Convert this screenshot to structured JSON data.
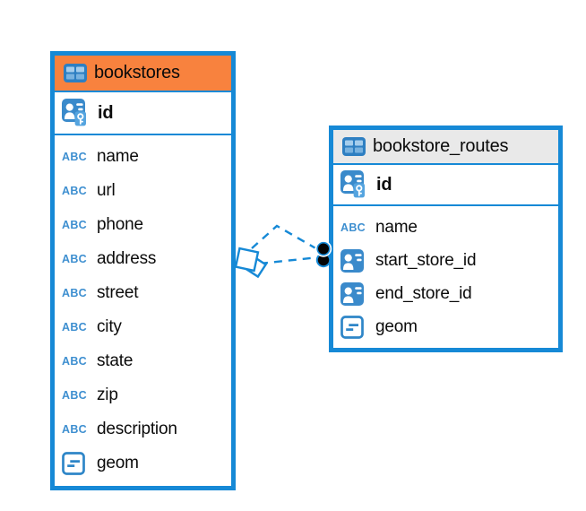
{
  "diagram": {
    "colors": {
      "accent_blue": "#1689D6",
      "bookstores_header_orange": "#F8823E",
      "routes_header_gray": "#E9E9E9",
      "icon_blue": "#3A8ACB",
      "text": "#0B0B0B"
    }
  },
  "tables": [
    {
      "name": "bookstores",
      "header_style": "orange",
      "icon": "table-icon",
      "primary_key": {
        "label": "id",
        "icon": "person-key-icon"
      },
      "columns": [
        {
          "label": "name",
          "icon": "abc-icon"
        },
        {
          "label": "url",
          "icon": "abc-icon"
        },
        {
          "label": "phone",
          "icon": "abc-icon"
        },
        {
          "label": "address",
          "icon": "abc-icon"
        },
        {
          "label": "street",
          "icon": "abc-icon"
        },
        {
          "label": "city",
          "icon": "abc-icon"
        },
        {
          "label": "state",
          "icon": "abc-icon"
        },
        {
          "label": "zip",
          "icon": "abc-icon"
        },
        {
          "label": "description",
          "icon": "abc-icon"
        },
        {
          "label": "geom",
          "icon": "geom-icon"
        }
      ]
    },
    {
      "name": "bookstore_routes",
      "header_style": "gray",
      "icon": "table-icon",
      "primary_key": {
        "label": "id",
        "icon": "person-key-icon"
      },
      "columns": [
        {
          "label": "name",
          "icon": "abc-icon"
        },
        {
          "label": "start_store_id",
          "icon": "person-icon"
        },
        {
          "label": "end_store_id",
          "icon": "person-icon"
        },
        {
          "label": "geom",
          "icon": "geom-icon"
        }
      ]
    }
  ],
  "relationships": [
    {
      "id": "rel-1",
      "from": "bookstores",
      "to": "bookstore_routes",
      "style": "dashed",
      "left_marker": "diamond",
      "right_marker": "dot"
    },
    {
      "id": "rel-2",
      "from": "bookstores",
      "to": "bookstore_routes",
      "style": "dashed",
      "left_marker": "diamond",
      "right_marker": "dot"
    }
  ]
}
